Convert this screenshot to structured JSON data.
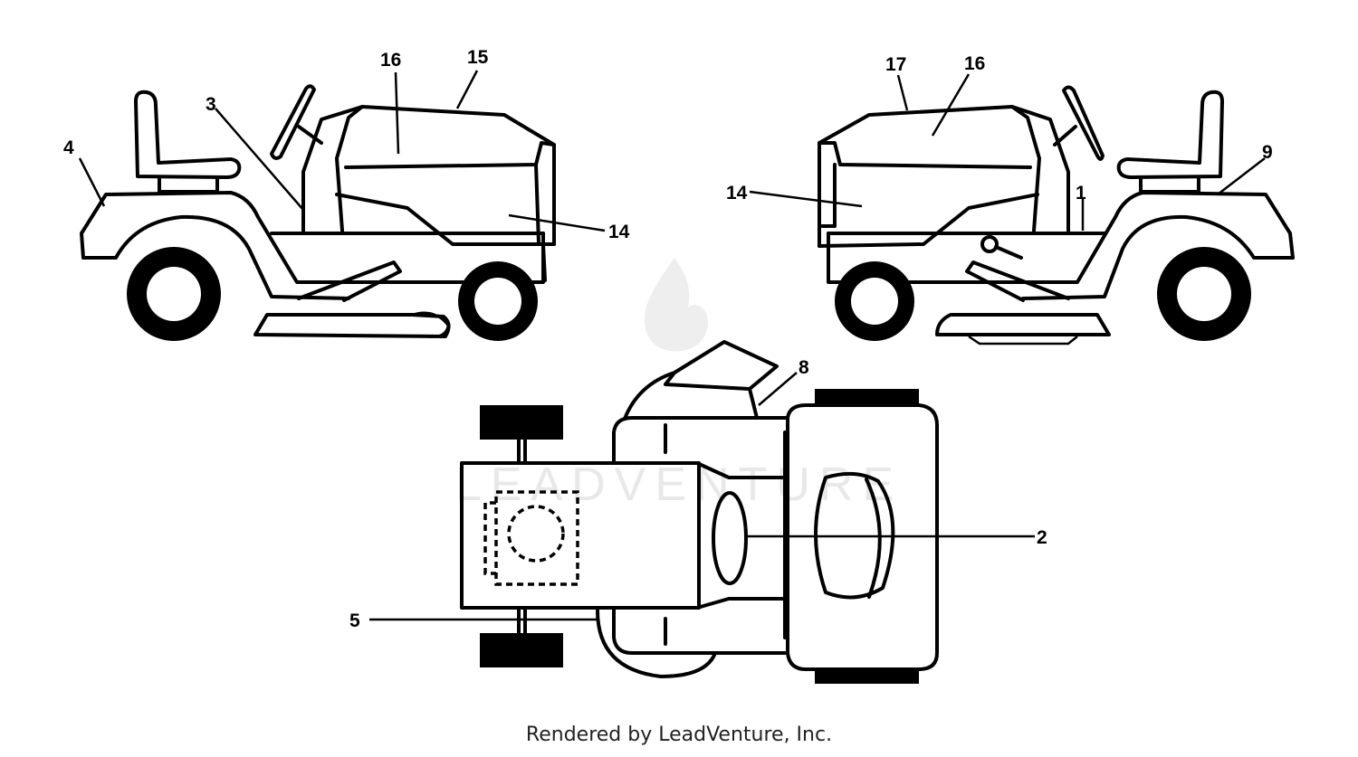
{
  "callouts": {
    "left": {
      "c16": "16",
      "c15": "15",
      "c3": "3",
      "c4": "4",
      "c14": "14"
    },
    "right": {
      "c17": "17",
      "c16": "16",
      "c9": "9",
      "c14": "14",
      "c1": "1"
    },
    "top": {
      "c8": "8",
      "c2": "2",
      "c5": "5"
    }
  },
  "watermark": "LEADVENTURE",
  "footer": "Rendered by LeadVenture, Inc."
}
